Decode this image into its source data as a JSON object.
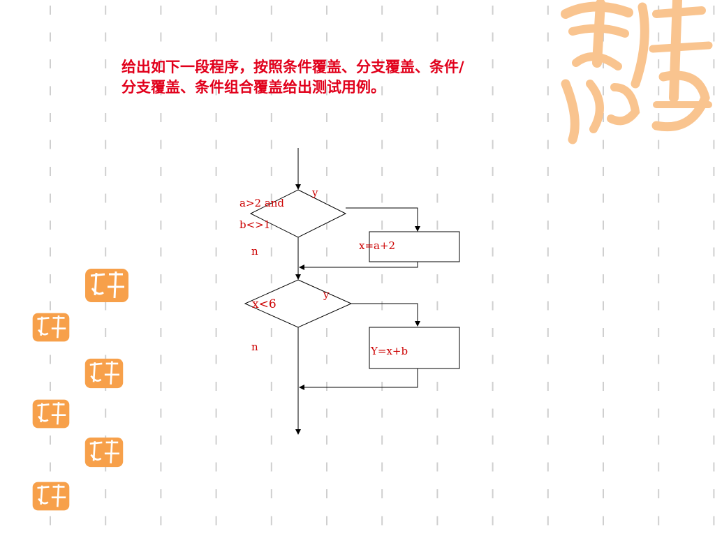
{
  "slide": {
    "title_line1": "给出如下一段程序，按照条件覆盖、分支覆盖、条件/",
    "title_line2": "分支覆盖、条件组合覆盖给出测试用例。"
  },
  "flowchart": {
    "decision1": {
      "line1": "a>2 and",
      "line2": "b<>1",
      "yes_label": "y",
      "no_label": "n"
    },
    "process1": "x=a+2",
    "decision2": {
      "text": "x<6",
      "yes_label": "y",
      "no_label": "n"
    },
    "process2": "Y=x+b"
  },
  "colors": {
    "title": "#e1001b",
    "label": "#cc0000",
    "line": "#000000",
    "dash_pattern": "#cfcfcf",
    "stamp": "#f7a04a"
  },
  "decorations": {
    "corner_seal": "large orange calligraphy seal (吉祥如意)",
    "stamp_icon": "small square orange seal stamp"
  }
}
